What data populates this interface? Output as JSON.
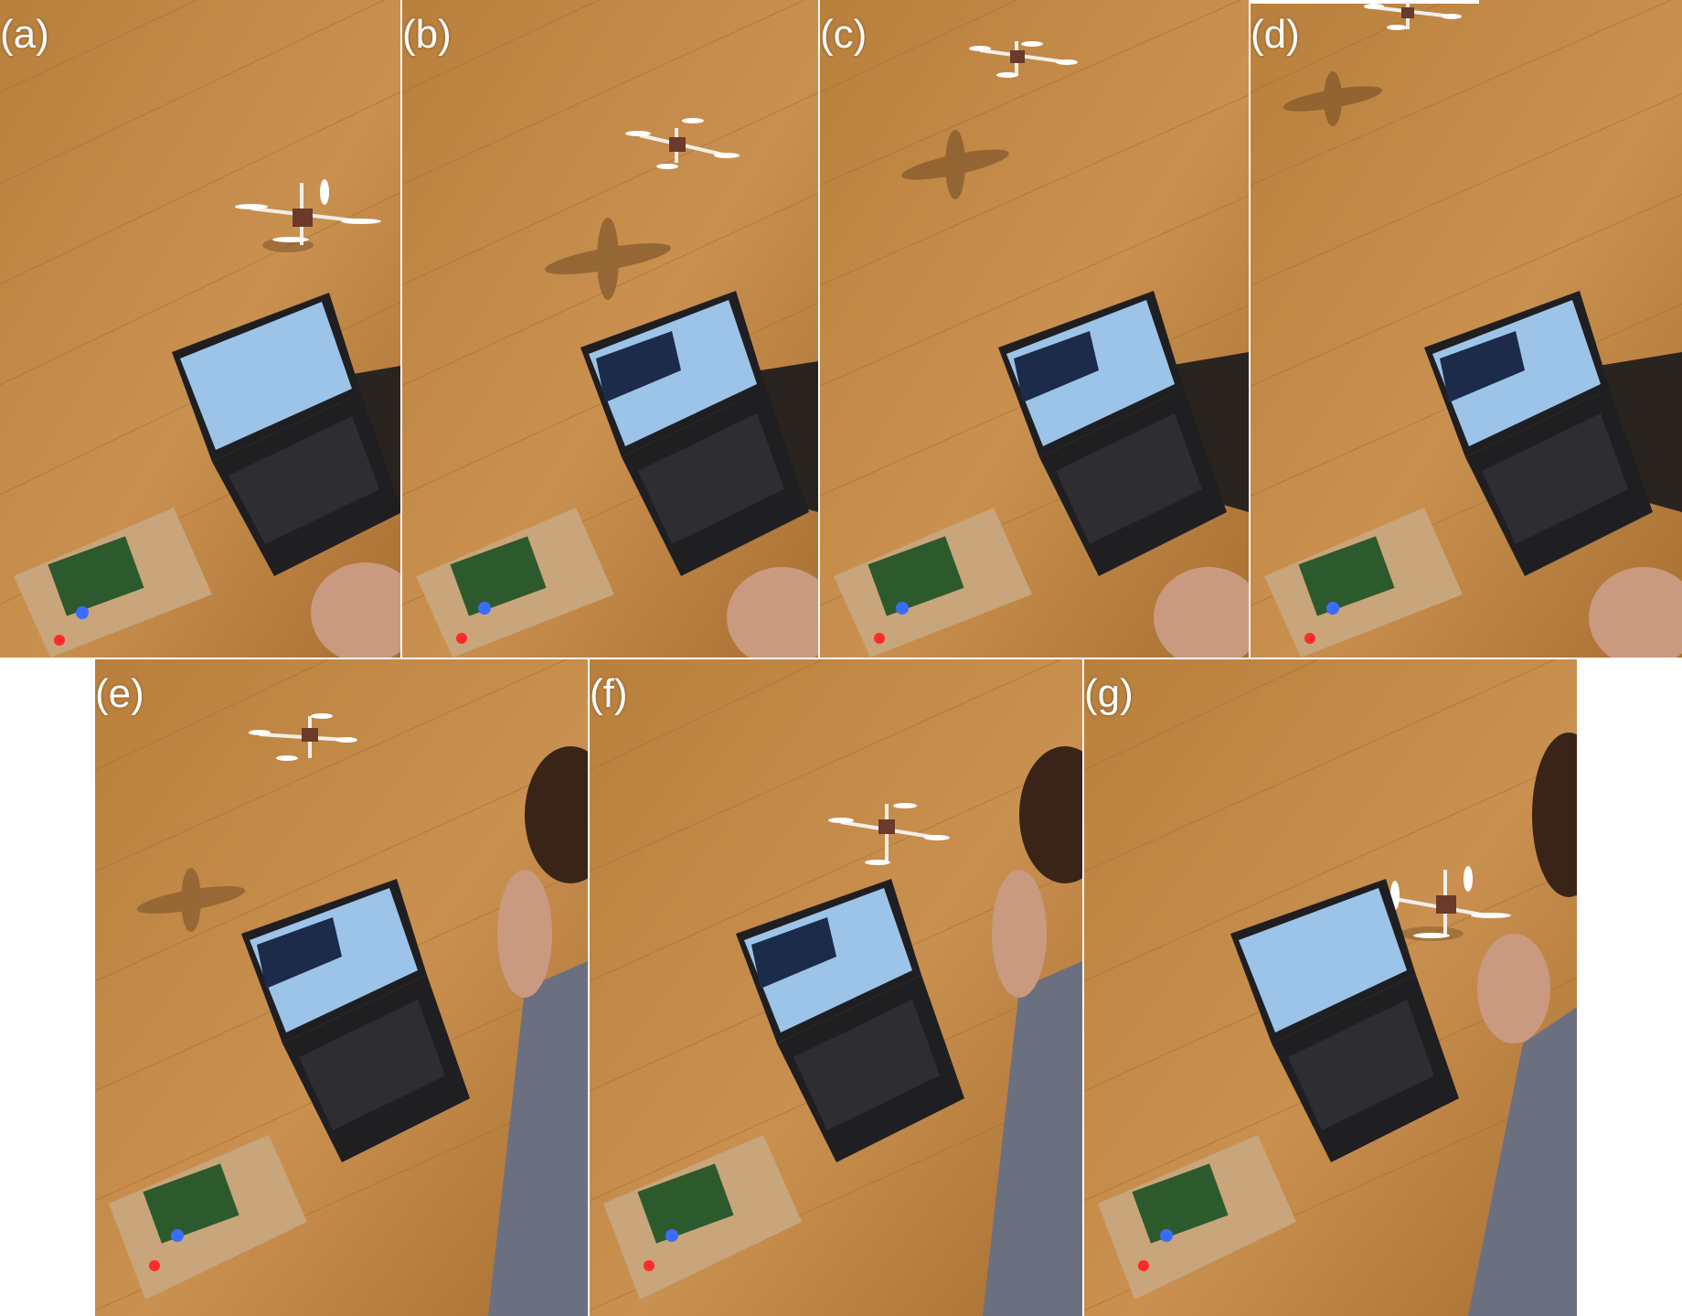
{
  "figure": {
    "panels": [
      {
        "label": "(a)"
      },
      {
        "label": "(b)"
      },
      {
        "label": "(c)"
      },
      {
        "label": "(d)"
      },
      {
        "label": "(e)"
      },
      {
        "label": "(f)"
      },
      {
        "label": "(g)"
      }
    ]
  },
  "colors": {
    "floor": "#c58a45",
    "floor_dark": "#9a6428",
    "laptop_body": "#1f1f22",
    "screen": "#9cc4e8",
    "shadow": "#6e4a24",
    "drone_frame": "#f2eee8",
    "led_blue": "#3a6dff",
    "led_red": "#ff2a2a"
  }
}
